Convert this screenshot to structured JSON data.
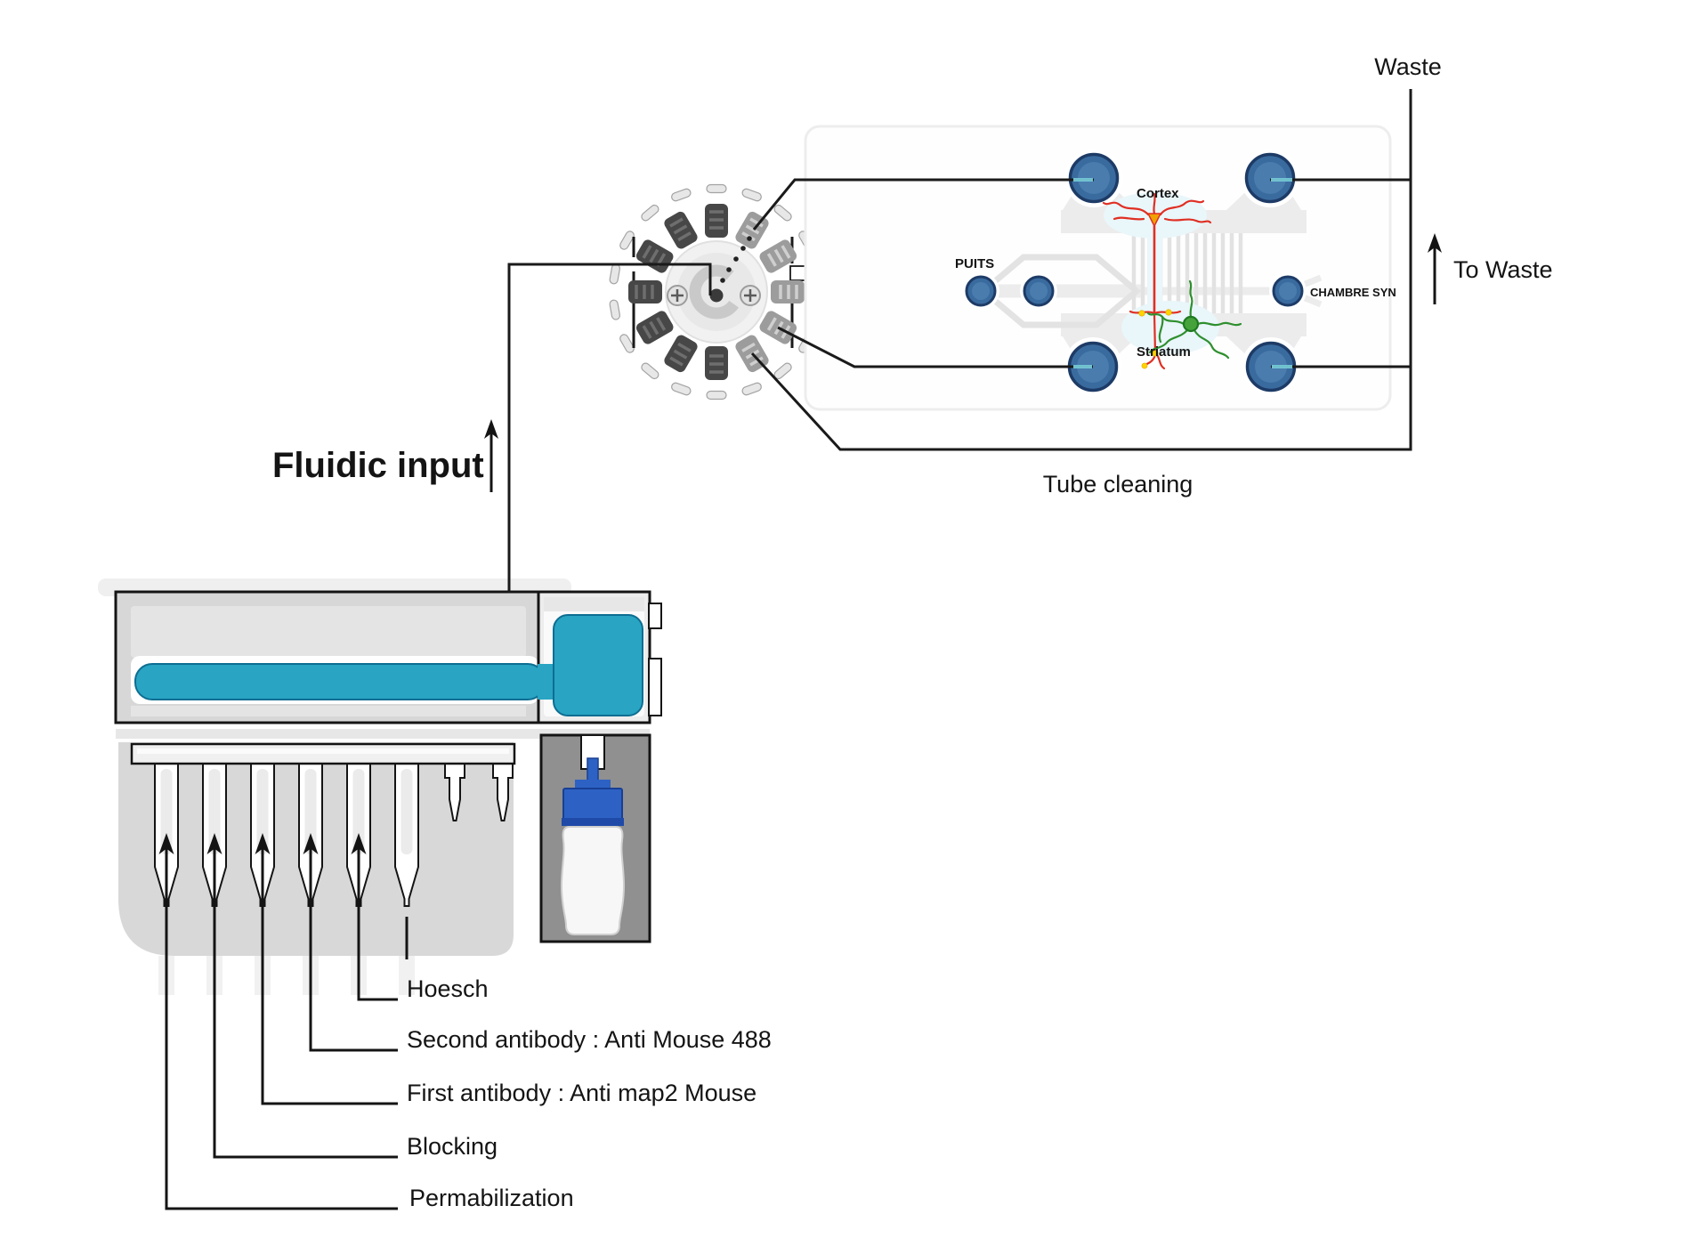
{
  "labels": {
    "waste": "Waste",
    "to_waste": "To Waste",
    "tube_cleaning": "Tube cleaning",
    "fluidic_input": "Fluidic input"
  },
  "chip": {
    "cortex": "Cortex",
    "striatum": "Striatum",
    "puits": "PUITS",
    "chambre_syn": "CHAMBRE SYN",
    "big_wells": 4,
    "small_wells": 3,
    "microgroove_count": 13
  },
  "valve": {
    "dark_ports": 7,
    "light_ports": 5
  },
  "reagents": [
    {
      "label": "Hoesch"
    },
    {
      "label": "Second antibody : Anti Mouse 488"
    },
    {
      "label": "First antibody : Anti map2 Mouse"
    },
    {
      "label": "Blocking"
    },
    {
      "label": "Permabilization"
    }
  ],
  "icons": {
    "flow_up_arrow": "↑"
  },
  "colors": {
    "tube_black": "#1a1a1a",
    "well_blue": "#3a6b9f",
    "well_ring_navy": "#1d3b66",
    "liquid_teal": "#29a4c3",
    "cap_blue": "#2d62c4",
    "cortex_red": "#e02f23",
    "striatum_green": "#3f9a2f",
    "puits_navy": "#1c3f77",
    "chambre_syn_yellow": "#e3b505",
    "soma_orange": "#f0a202",
    "synapse_yellow": "#ffd400",
    "panel_gray": "#d7d7d7",
    "cabinet_gray": "#909090"
  }
}
